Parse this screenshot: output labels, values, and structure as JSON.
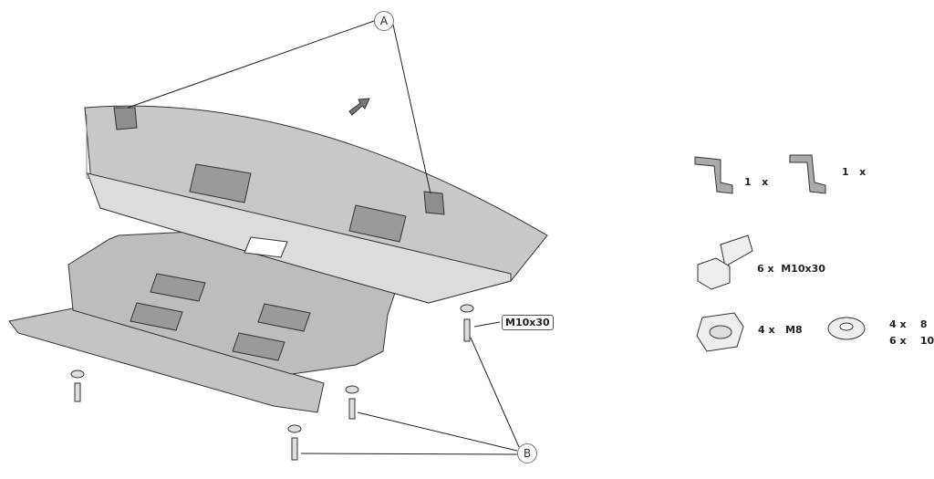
{
  "callouts": {
    "a": "A",
    "b": "B"
  },
  "bolt_callout": "M10x30",
  "parts": [
    {
      "qty": "1   x",
      "name": "bracket-left"
    },
    {
      "qty": "1   x",
      "name": "bracket-right"
    },
    {
      "qty": "6 x  M10x30",
      "name": "bolt"
    },
    {
      "qty": "4 x   M8",
      "name": "nut"
    },
    {
      "qty": "4 x    8",
      "name": "washer-8"
    },
    {
      "qty": "6 x    10",
      "name": "washer-10"
    }
  ],
  "colors": {
    "plate": "#bdbdbd",
    "plate_light": "#e4e4e4",
    "line": "#333333"
  }
}
